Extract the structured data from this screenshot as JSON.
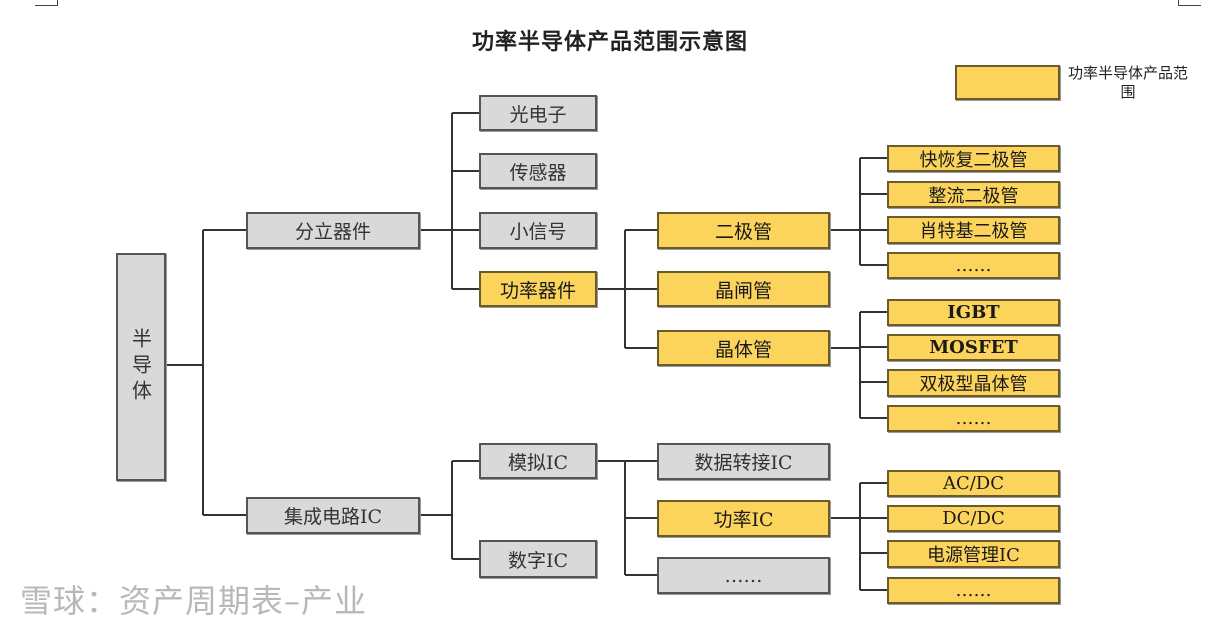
{
  "title": "功率半导体产品范围示意图",
  "legend": {
    "label": "功率半导体产品范围",
    "color": "#fcd45c"
  },
  "nodes": {
    "root": "半导体",
    "discrete": "分立器件",
    "ic": "集成电路IC",
    "optoelectronic": "光电子",
    "sensor": "传感器",
    "small_signal": "小信号",
    "power_device": "功率器件",
    "analog_ic": "模拟IC",
    "digital_ic": "数字IC",
    "diode": "二极管",
    "thyristor": "晶闸管",
    "transistor": "晶体管",
    "data_conversion_ic": "数据转接IC",
    "power_ic": "功率IC",
    "analog_more": "……",
    "fast_recovery_diode": "快恢复二极管",
    "rectifier_diode": "整流二极管",
    "schottky_diode": "肖特基二极管",
    "diode_more": "……",
    "igbt": "IGBT",
    "mosfet": "MOSFET",
    "bjt": "双极型晶体管",
    "transistor_more": "……",
    "acdc": "AC/DC",
    "dcdc": "DC/DC",
    "pmic": "电源管理IC",
    "power_ic_more": "……"
  },
  "watermark": "雪球：资产周期表–产业"
}
